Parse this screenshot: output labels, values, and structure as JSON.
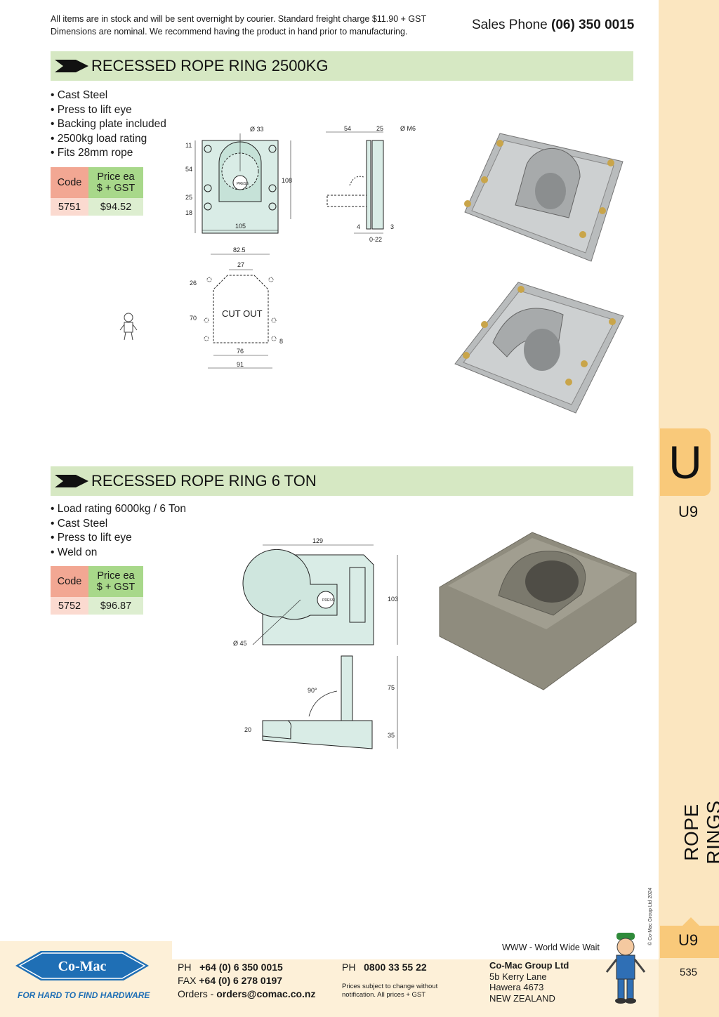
{
  "header": {
    "note_line1": "All items are in stock and will be sent overnight by courier. Standard freight charge $11.90 + GST",
    "note_line2": "Dimensions are nominal. We recommend having the product in hand prior to manufacturing.",
    "sales_label": "Sales Phone",
    "sales_number": "(06) 350 0015"
  },
  "side_tab": {
    "letter": "U",
    "code_top": "U9",
    "category": "ROPE RINGS",
    "copyright": "© Co-Mac Group Ltd 2024",
    "code_bottom": "U9",
    "page_number": "535"
  },
  "product1": {
    "title": "RECESSED ROPE RING 2500KG",
    "features": [
      "Cast Steel",
      "Press to lift eye",
      "Backing plate included",
      "2500kg load rating",
      "Fits 28mm rope"
    ],
    "table": {
      "code_header": "Code",
      "price_header_1": "Price ea",
      "price_header_2": "$ + GST",
      "code": "5751",
      "price": "$94.52"
    },
    "drawing": {
      "d33": "Ø 33",
      "press": "PRESS",
      "dim_11": "11",
      "dim_54": "54",
      "dim_25": "25",
      "dim_18": "18",
      "dim_108": "108",
      "dim_105": "105",
      "side_54": "54",
      "side_25": "25",
      "side_m6": "Ø M6",
      "side_4": "4",
      "side_3": "3",
      "side_022": "0-22",
      "cut_825": "82.5",
      "cut_27": "27",
      "cut_26": "26",
      "cut_70": "70",
      "cut_label": "CUT OUT",
      "cut_8": "8",
      "cut_76": "76",
      "cut_91": "91"
    }
  },
  "product2": {
    "title": "RECESSED ROPE RING 6 TON",
    "features": [
      "Load rating 6000kg / 6 Ton",
      "Cast Steel",
      "Press to lift eye",
      "Weld on"
    ],
    "table": {
      "code_header": "Code",
      "price_header_1": "Price ea",
      "price_header_2": "$ + GST",
      "code": "5752",
      "price": "$96.87"
    },
    "drawing": {
      "dim_129": "129",
      "dim_103": "103",
      "d45": "Ø 45",
      "press": "PRESS",
      "angle": "90°",
      "dim_75": "75",
      "dim_20": "20",
      "dim_35": "35"
    }
  },
  "footer": {
    "logo_text": "Co-Mac",
    "tagline": "FOR HARD TO FIND HARDWARE",
    "ph_label": "PH",
    "ph_number": "+64 (0) 6 350 0015",
    "fax_label": "FAX",
    "fax_number": "+64 (0) 6 278 0197",
    "orders_label": "Orders -",
    "orders_email": "orders@comac.co.nz",
    "ph2_label": "PH",
    "ph2_number": "0800 33 55 22",
    "note_line1": "Prices subject to change without",
    "note_line2": "notification. All prices + GST",
    "company": "Co-Mac Group Ltd",
    "addr1": "5b Kerry Lane",
    "addr2": "Hawera 4673",
    "addr3": "NEW ZEALAND",
    "www": "WWW - World Wide Wait"
  },
  "colors": {
    "banner_green": "#d6e8c3",
    "side_strip": "#fbe6c0",
    "tab_orange": "#f9c97a",
    "code_header": "#f2a793",
    "price_header": "#a8d88a",
    "drawing_fill": "#d9ece6",
    "logo_blue": "#1f6fb5"
  }
}
